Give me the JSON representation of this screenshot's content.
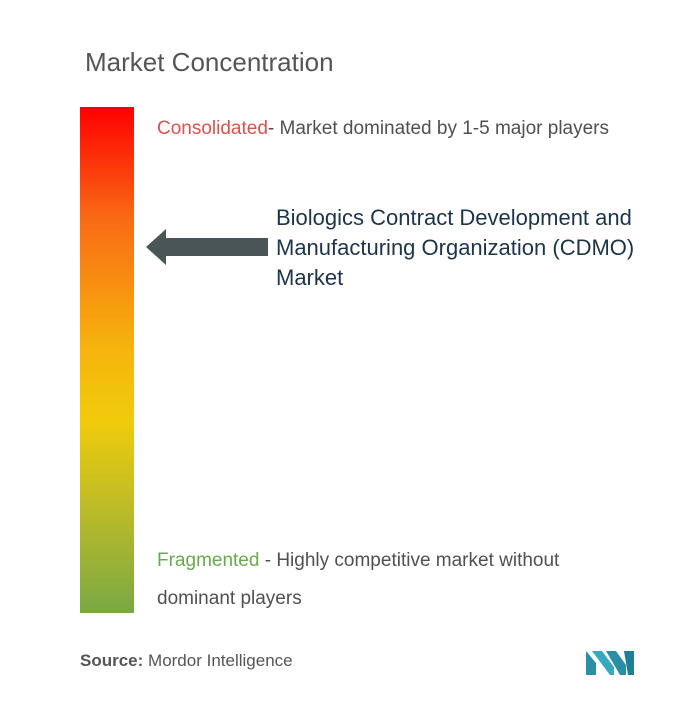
{
  "title": "Market Concentration",
  "consolidated": {
    "tag": "Consolidated",
    "text": "- Market dominated by 1-5 major players",
    "tag_color": "#d9534f"
  },
  "fragmented": {
    "tag": "Fragmented",
    "text": " - Highly competitive market without dominant players",
    "tag_color": "#6aa84f"
  },
  "market": {
    "name": "Biologics Contract Development and Manufacturing Organization (CDMO) Market",
    "concentration_level": 0.27
  },
  "source": {
    "prefix": "Source:",
    "name": "Mordor Intelligence"
  },
  "icons": {
    "arrow": "left-arrow-icon",
    "logo": "mordor-intelligence-logo-icon"
  },
  "colors": {
    "gradient_top": "#ff0000",
    "gradient_middle": "#f0cb0b",
    "gradient_bottom": "#78a843",
    "arrow": "#4a5557",
    "logo": "#2a8fa6"
  }
}
